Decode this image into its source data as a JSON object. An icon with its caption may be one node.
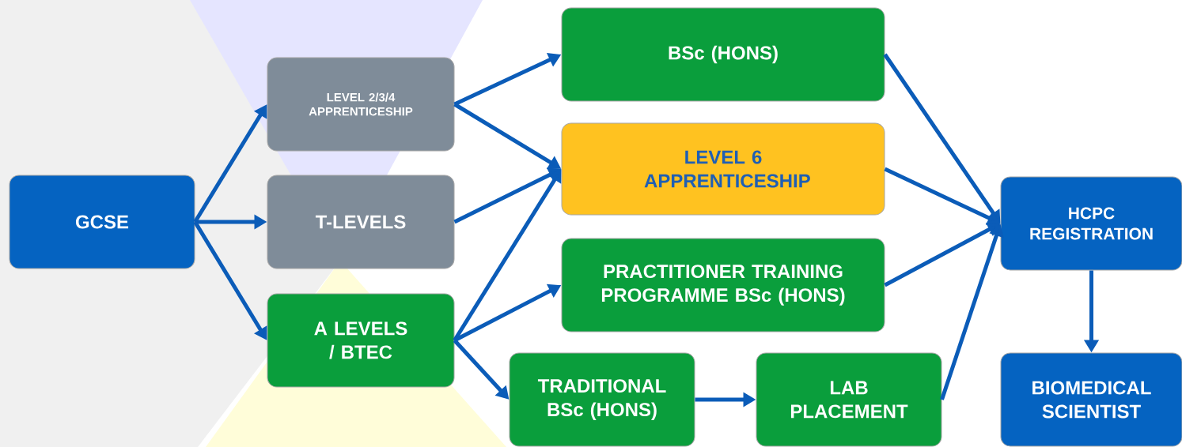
{
  "diagram": {
    "nodes": [
      {
        "text": [
          "GCSE"
        ]
      },
      {
        "text": [
          "LEVEL 2/3/4 APPRENTICESHIP"
        ]
      },
      {
        "text": [
          "T-LEVELS"
        ]
      },
      {
        "text": [
          "A LEVELS / BTEC"
        ]
      },
      {
        "text": [
          "BSc (HONS)"
        ]
      },
      {
        "text": [
          "LEVEL 6 APPRENTICESHIP"
        ]
      },
      {
        "text": [
          "PRACTITIONER TRAINING PROGRAMME BSc (HONS)"
        ]
      },
      {
        "text": [
          "TRADITIONAL BSc (HONS)"
        ]
      },
      {
        "text": [
          "LAB PLACEMENT"
        ]
      },
      {
        "text": [
          "HCPC REGISTRATION"
        ]
      },
      {
        "text": [
          "BIOMEDICAL SCIENTIST"
        ]
      }
    ],
    "edges": [
      {
        "from": 0,
        "to": 1,
        "arrow": "to"
      },
      {
        "from": 0,
        "to": 2,
        "arrow": "to"
      },
      {
        "from": 0,
        "to": 3,
        "arrow": "to"
      },
      {
        "from": 1,
        "to": 4,
        "arrow": "to"
      },
      {
        "from": 1,
        "to": 5,
        "arrow": "to"
      },
      {
        "from": 2,
        "to": 5,
        "arrow": "to"
      },
      {
        "from": 3,
        "to": 5,
        "arrow": "to"
      },
      {
        "from": 3,
        "to": 6,
        "arrow": "to"
      },
      {
        "from": 3,
        "to": 7,
        "arrow": "to"
      },
      {
        "from": 7,
        "to": 8,
        "arrow": "to"
      },
      {
        "from": 4,
        "to": 9,
        "arrow": "to"
      },
      {
        "from": 5,
        "to": 9,
        "arrow": "to"
      },
      {
        "from": 6,
        "to": 9,
        "arrow": "to"
      },
      {
        "from": 8,
        "to": 9,
        "arrow": "to"
      },
      {
        "from": 9,
        "to": 10,
        "arrow": "to"
      }
    ]
  }
}
